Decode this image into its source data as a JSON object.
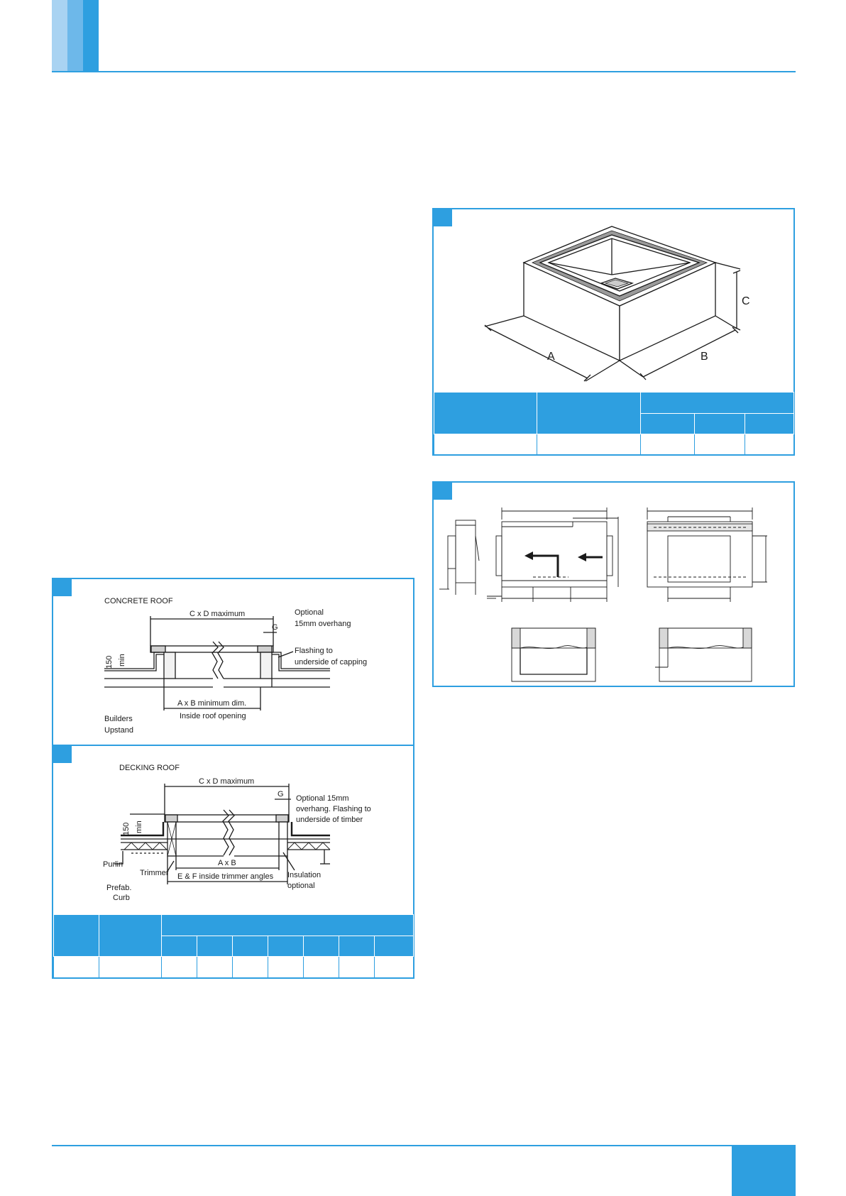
{
  "colors": {
    "accent": "#2e9fe0",
    "accent_light": "#a9d3f2",
    "accent_mid": "#6db8ea",
    "line": "#1a1a1a"
  },
  "figure_concrete": {
    "heading": "CONCRETE ROOF",
    "cxd": "C x D maximum",
    "optional_1": "Optional",
    "optional_2": "15mm overhang",
    "g": "G",
    "flashing_1": "Flashing to",
    "flashing_2": "underside of capping",
    "height_150": "150",
    "height_min": "min",
    "axb_1": "A x B minimum dim.",
    "axb_2": "Inside roof opening",
    "builders_1": "Builders",
    "builders_2": "Upstand"
  },
  "figure_decking": {
    "heading": "DECKING ROOF",
    "cxd": "C x D maximum",
    "g": "G",
    "optional_1": "Optional 15mm",
    "optional_2": "overhang.  Flashing to",
    "optional_3": "underside of timber",
    "height_150": "150",
    "height_min": "min",
    "purlin": "Purlin",
    "trimmer": "Trimmer",
    "axb": "A x B",
    "insulation_1": "Insulation",
    "insulation_2": "optional",
    "prefab_1": "Prefab.",
    "prefab_2": "Curb",
    "ef": "E & F inside trimmer angles"
  },
  "figure_box": {
    "label_a": "A",
    "label_b": "B",
    "label_c": "C"
  }
}
